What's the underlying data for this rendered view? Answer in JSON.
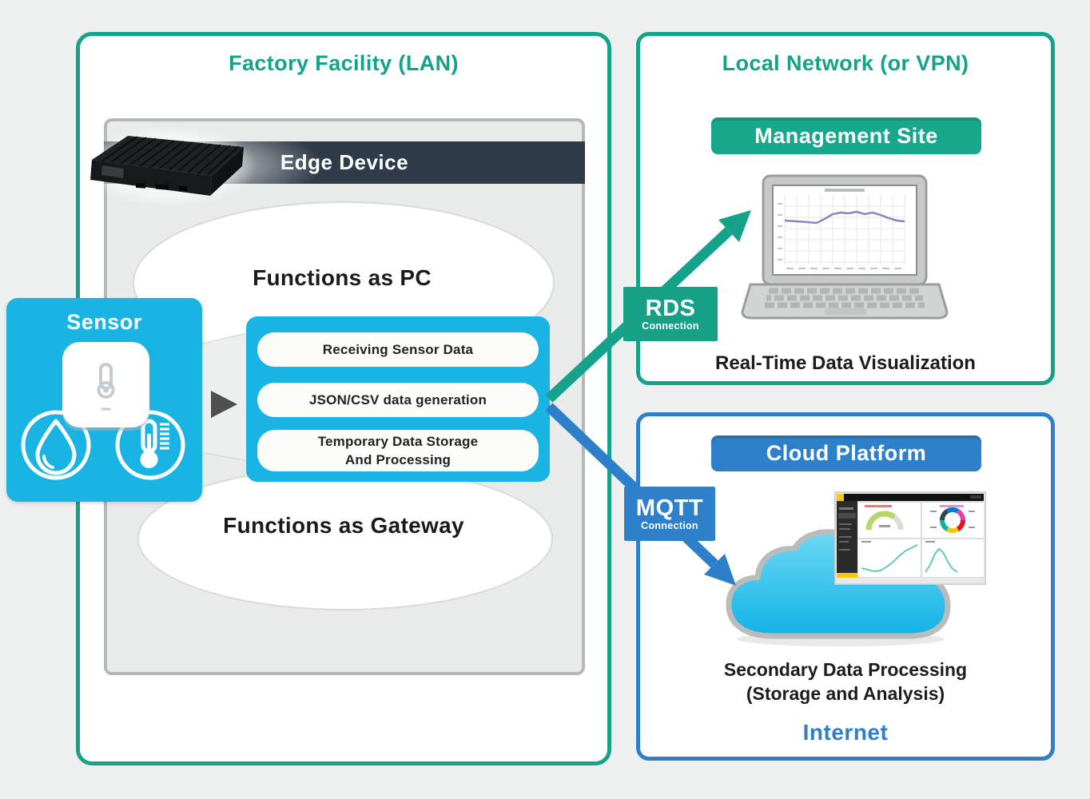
{
  "factory": {
    "title": "Factory Facility (LAN)",
    "edge_device_label": "Edge Device",
    "functions_pc": "Functions as PC",
    "functions_gateway": "Functions as Gateway",
    "pills": [
      {
        "label": "Receiving Sensor Data"
      },
      {
        "label": "JSON/CSV data generation"
      },
      {
        "line1": "Temporary Data Storage",
        "line2": "And Processing"
      }
    ]
  },
  "sensor": {
    "label": "Sensor",
    "icons": [
      "humidity-droplet-icon",
      "temperature-thermometer-icon"
    ]
  },
  "local_network": {
    "title": "Local Network (or VPN)",
    "badge": "Management Site",
    "caption": "Real-Time Data Visualization"
  },
  "cloud_platform": {
    "badge": "Cloud Platform",
    "caption_line1": "Secondary Data Processing",
    "caption_line2": "(Storage and Analysis)",
    "footer": "Internet"
  },
  "connections": {
    "rds": {
      "name": "RDS",
      "sub": "Connection"
    },
    "mqtt": {
      "name": "MQTT",
      "sub": "Connection"
    }
  },
  "colors": {
    "teal_accent": "#14a38a",
    "blue_accent": "#2e7fca",
    "cyan_accent": "#19b4e3",
    "navy_header": "#303b49",
    "internet_text": "#2e7ec9",
    "background": "#eef0ef"
  }
}
